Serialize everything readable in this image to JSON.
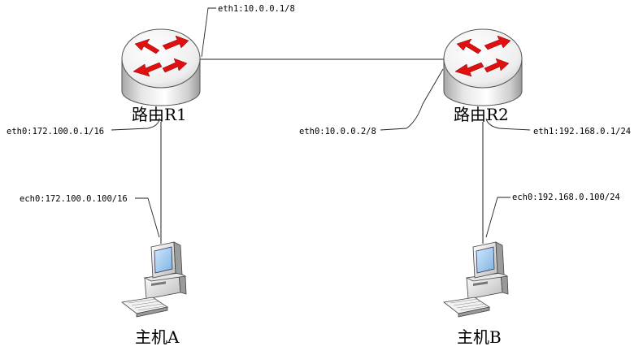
{
  "routers": [
    {
      "name": "路由R1",
      "icon": "router-icon",
      "interfaces": [
        {
          "label": "eth1:10.0.0.1/8"
        },
        {
          "label": "eth0:172.100.0.1/16"
        }
      ]
    },
    {
      "name": "路由R2",
      "icon": "router-icon",
      "interfaces": [
        {
          "label": "eth0:10.0.0.2/8"
        },
        {
          "label": "eth1:192.168.0.1/24"
        }
      ]
    }
  ],
  "hosts": [
    {
      "name": "主机A",
      "icon": "desktop-computer-icon",
      "interface": "ech0:172.100.0.100/16"
    },
    {
      "name": "主机B",
      "icon": "desktop-computer-icon",
      "interface": "ech0:192.168.0.100/24"
    }
  ],
  "colors": {
    "router_body": "#cfcfcf",
    "router_top": "#ffffff",
    "arrow": "#e01010",
    "line": "#222222"
  }
}
